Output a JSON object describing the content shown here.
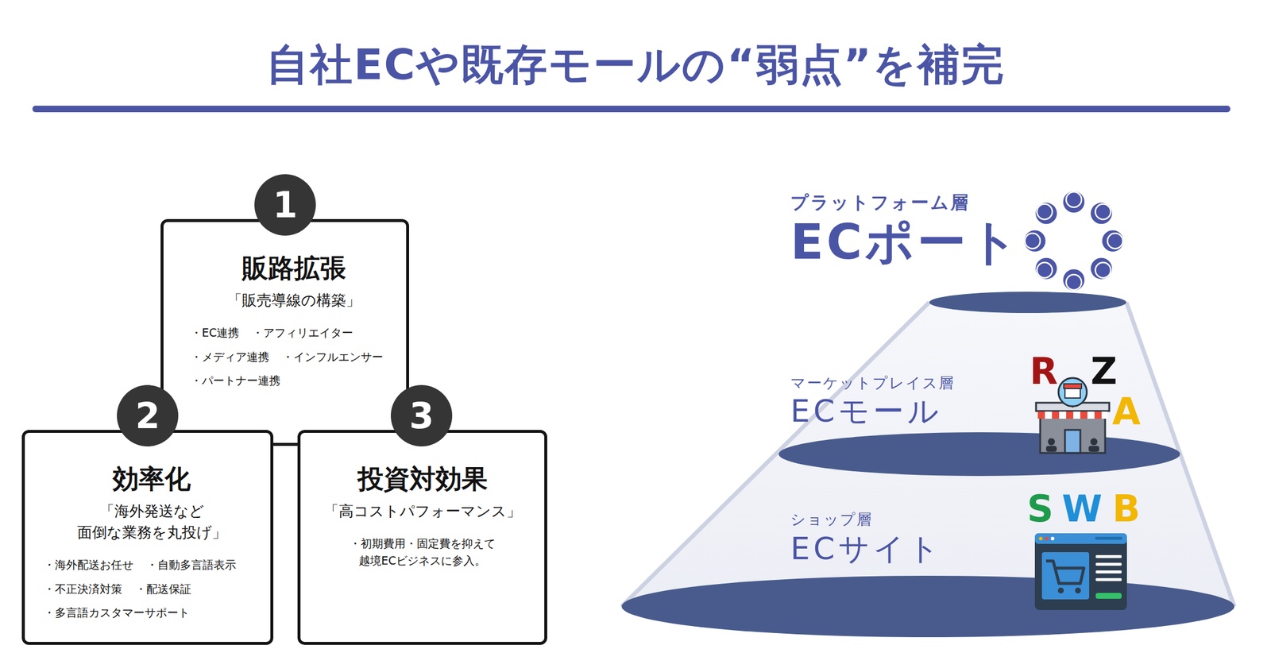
{
  "diagram": {
    "title": "自社ECや既存モールの“弱点”を補完",
    "nodes": [
      {
        "text": [
          "1"
        ]
      },
      {
        "text": [
          "販路拡張",
          "「販売導線の構築」",
          "・EC連携",
          "・アフィリエイター",
          "・メディア連携",
          "・インフルエンサー",
          "・パートナー連携"
        ]
      },
      {
        "text": [
          "2"
        ]
      },
      {
        "text": [
          "効率化",
          "「海外発送など 面倒な業務を丸投げ」",
          "・海外配送お任せ",
          "・自動多言語表示",
          "・不正決済対策",
          "・配送保証",
          "・多言語カスタマーサポート"
        ]
      },
      {
        "text": [
          "3"
        ]
      },
      {
        "text": [
          "投資対効果",
          "「高コストパフォーマンス」",
          "・初期費用・固定費を抑えて 越境ECビジネスに参入。"
        ]
      }
    ],
    "labels": [
      "プラットフォーム層",
      "ECポート",
      "マーケットプレイス層",
      "ECモール",
      "R",
      "Z",
      "A",
      "ショップ層",
      "ECサイト",
      "S",
      "W",
      "B"
    ]
  }
}
